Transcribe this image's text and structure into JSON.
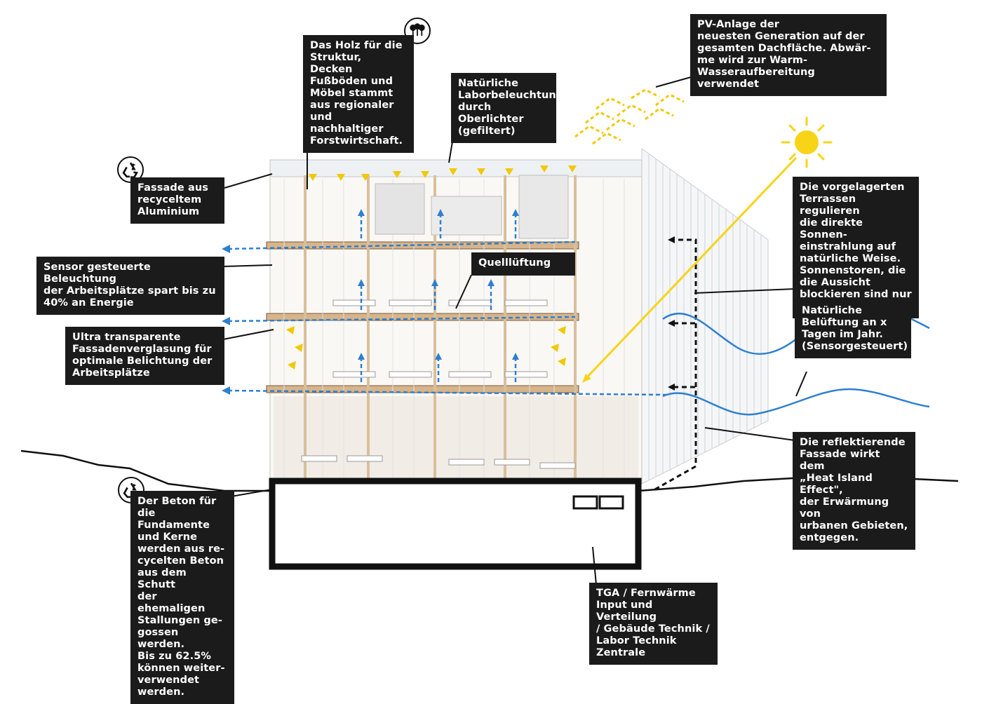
{
  "labels": {
    "holz": "Das Holz für die\nStruktur, Decken\nFußböden und\nMöbel stammt\naus regionaler\nund nachhaltiger\nForstwirtschaft.",
    "oberlicht": "Natürliche\nLaborbeleuchtung\ndurch Oberlichter\n(gefiltert)",
    "pv": "PV-Anlage der\nneuesten Generation auf der\ngesamten Dachfläche. Abwär-\nme wird zur Warm-\nWasseraufbereitung verwendet",
    "fassade": "Fassade aus\nrecyceltem\nAluminium",
    "sensor": "Sensor gesteuerte Beleuchtung\nder Arbeitsplätze spart bis zu\n40% an Energie",
    "quell": "Quelllüftung",
    "verglasung": "Ultra transparente\nFassadenverglasung für\noptimale Belichtung der\nArbeitsplätze",
    "terrassen": "Die vorgelagerten\nTerrassen regulieren\ndie direkte Sonnen-\neinstrahlung auf\nnatürliche Weise.\nSonnenstoren, die\ndie Aussicht\nblockieren sind nur\ngeringfügig nötig",
    "belueftung": "Natürliche\nBelüftung  an x\nTagen im Jahr.\n(Sensorgesteuert)",
    "reflekt": "Die reflektierende\nFassade wirkt dem\n„Heat Island Effect\",\nder Erwärmung von\nurbanen Gebieten,\nentgegen.",
    "beton": "Der Beton für\ndie Fundamente\nund Kerne\nwerden aus re-\ncycelten Beton\naus dem Schutt\nder ehemaligen\nStallungen ge-\ngossen werden.\nBis zu 62.5%\nkönnen weiter-\nverwendet\nwerden.",
    "tga": "TGA / Fernwärme\nInput und Verteilung\n/ Gebäude Technik /\nLabor Technik\nZentrale"
  },
  "icons": {
    "recycle_top": "recycle-icon",
    "recycle_bottom": "recycle-icon",
    "trees": "trees-icon",
    "sun": "sun-icon"
  },
  "colors": {
    "label_bg": "#1b1b1b",
    "air_arrow": "#2e7fd0",
    "light_arrow": "#f2c800",
    "sun": "#f7d417",
    "wood": "#d7b48a"
  }
}
